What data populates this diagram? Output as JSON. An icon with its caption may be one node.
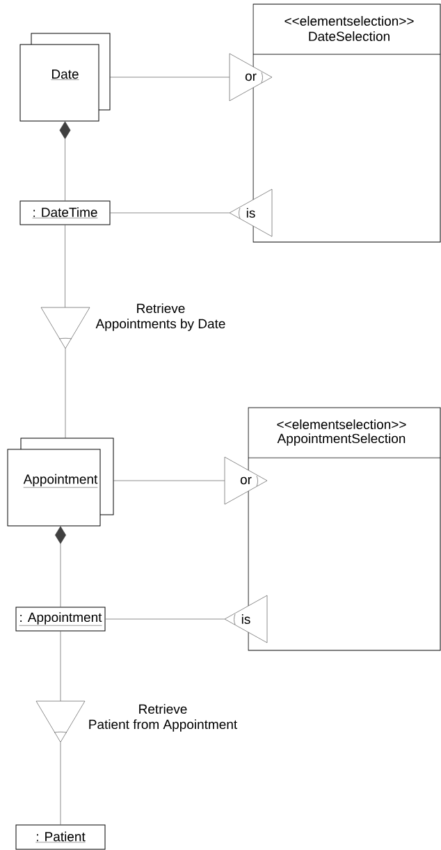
{
  "diagram": {
    "nodes": [
      {
        "text": [
          "Date"
        ]
      },
      {
        "text": [
          "<<elementselection>>",
          "DateSelection"
        ]
      },
      {
        "text": [
          "or"
        ]
      },
      {
        "text": [
          ": DateTime"
        ]
      },
      {
        "text": [
          "is"
        ]
      },
      {
        "text": [],
        "shape": "triangle",
        "beside": [
          "Retrieve Appointments by Date"
        ]
      },
      {
        "text": [
          "Appointment"
        ]
      },
      {
        "text": [
          "<<elementselection>>",
          "AppointmentSelection"
        ]
      },
      {
        "text": [
          "or"
        ]
      },
      {
        "text": [
          ": Appointment"
        ]
      },
      {
        "text": [
          "is"
        ]
      },
      {
        "text": [],
        "shape": "triangle",
        "beside": [
          "Retrieve Patient from Appointment"
        ]
      },
      {
        "text": [
          ": Patient"
        ]
      }
    ],
    "edges": [
      {
        "from": 0,
        "to": 2,
        "arrow": "none"
      },
      {
        "from": 3,
        "to": 0,
        "arrow": "other"
      },
      {
        "from": 3,
        "to": 4,
        "arrow": "none"
      },
      {
        "from": 3,
        "to": 5,
        "arrow": "none"
      },
      {
        "from": 5,
        "to": 6,
        "arrow": "none"
      },
      {
        "from": 6,
        "to": 8,
        "arrow": "none"
      },
      {
        "from": 9,
        "to": 6,
        "arrow": "other"
      },
      {
        "from": 9,
        "to": 10,
        "arrow": "none"
      },
      {
        "from": 9,
        "to": 11,
        "arrow": "none"
      },
      {
        "from": 11,
        "to": 12,
        "arrow": "none"
      }
    ]
  }
}
